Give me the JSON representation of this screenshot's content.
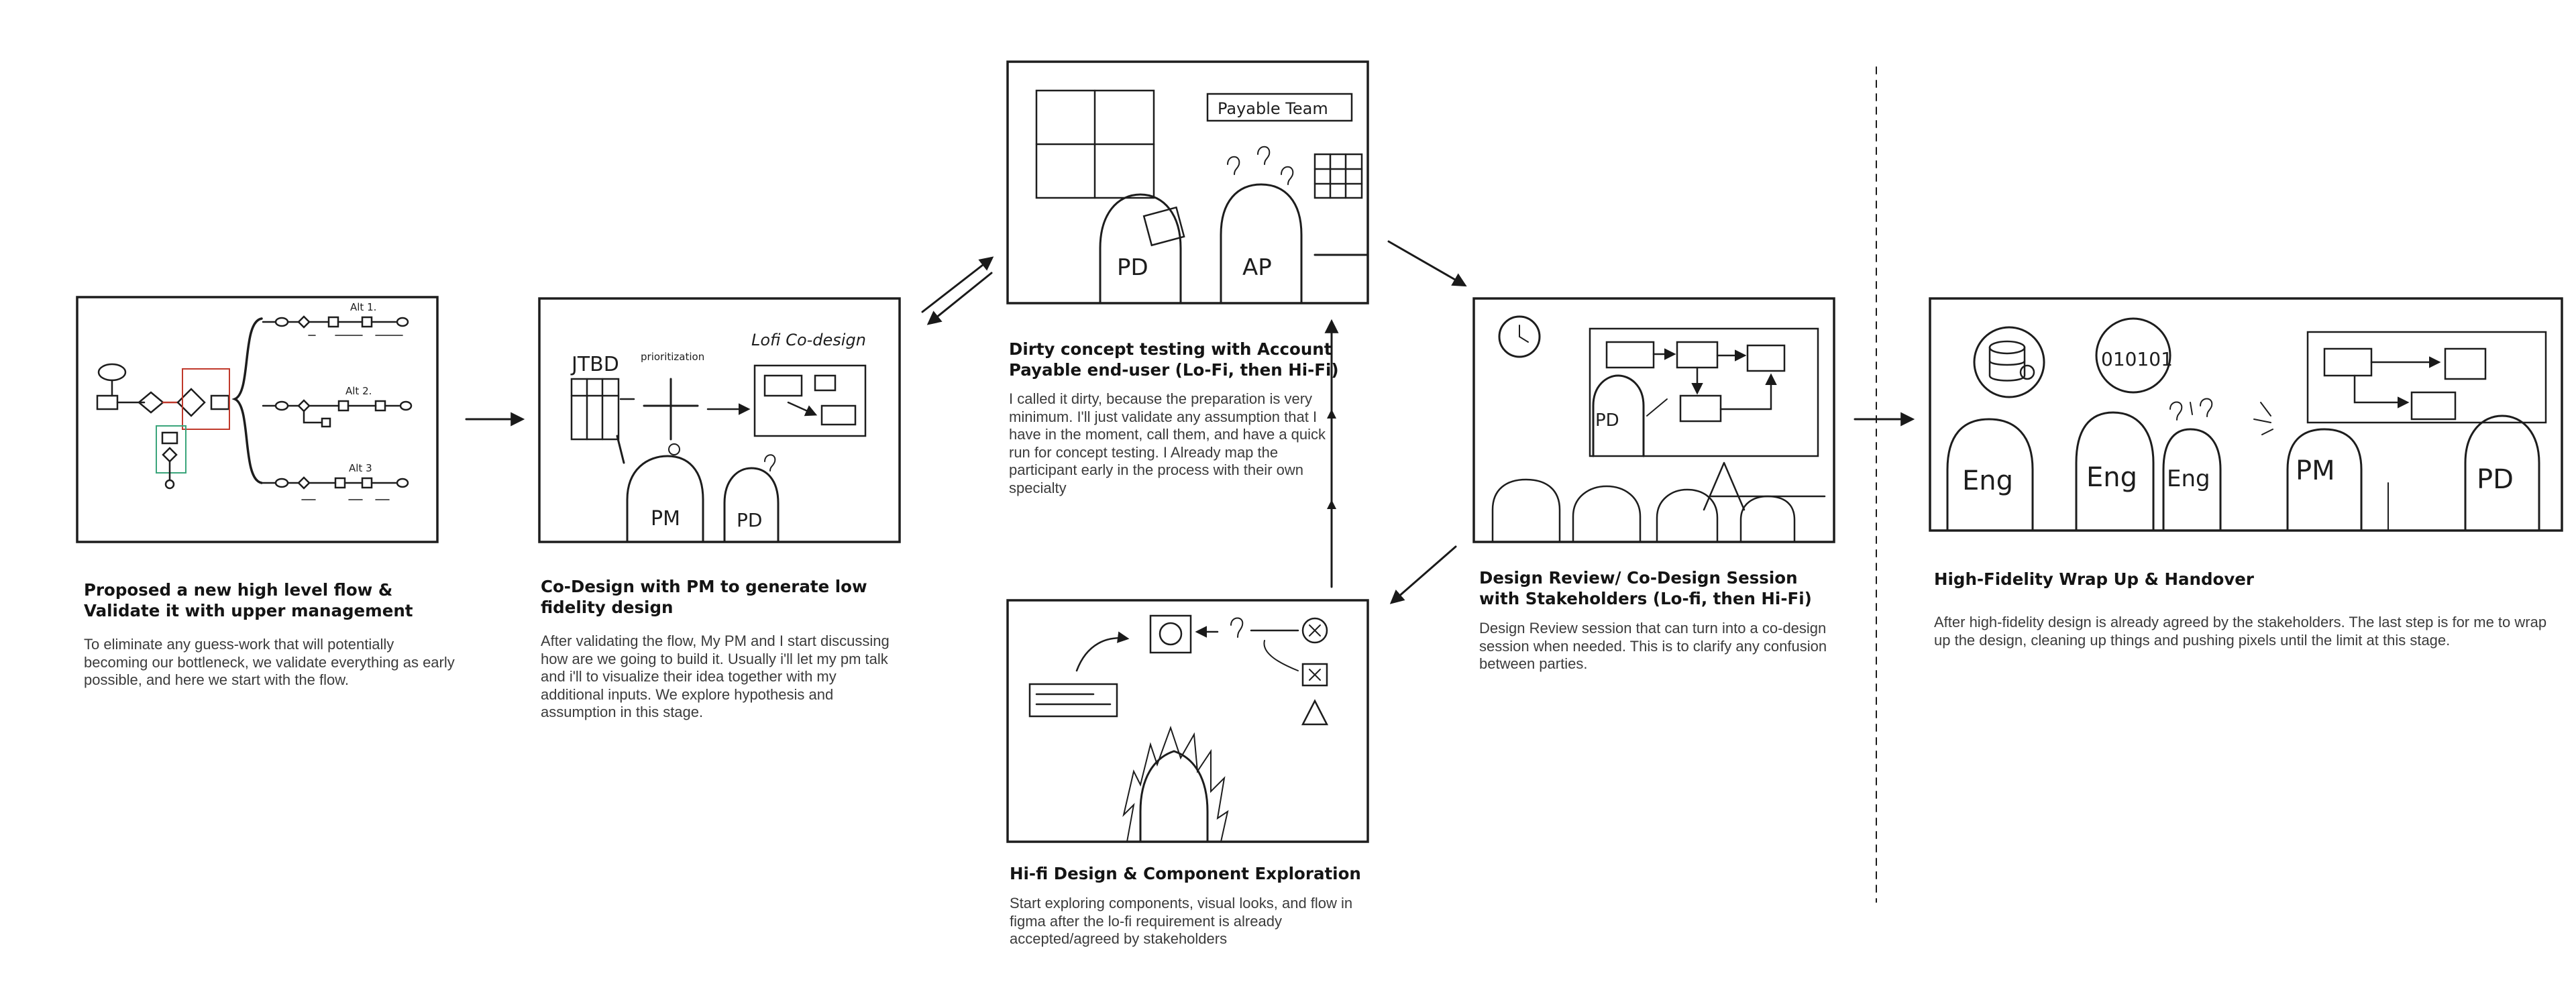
{
  "stages": [
    {
      "id": "flow",
      "title": "Proposed a new high level flow & Validate it with upper management",
      "description": "To eliminate any guess-work that will potentially becoming our bottleneck, we validate everything as early possible, and here we start with the flow."
    },
    {
      "id": "codesign",
      "title": "Co-Design with PM to generate low fidelity design",
      "description": "After validating the flow, My PM and I start discussing how are we going to build it. Usually i'll let my pm talk and i'll to visualize their idea together with my additional inputs. We explore hypothesis and assumption in this stage."
    },
    {
      "id": "dirty-testing",
      "title": "Dirty concept testing with Account Payable end-user (Lo-Fi, then Hi-Fi)",
      "description": "I called it dirty, because the preparation is very minimum. I'll just validate any assumption that I have in the moment, call them, and have a quick run for concept testing. I Already map the participant early in the process with their own specialty"
    },
    {
      "id": "hifi-exploration",
      "title": "Hi-fi Design & Component Exploration",
      "description": "Start exploring components, visual looks, and flow in figma after the lo-fi requirement is already accepted/agreed by stakeholders"
    },
    {
      "id": "design-review",
      "title": "Design Review/ Co-Design Session with Stakeholders (Lo-fi, then Hi-Fi)",
      "description": "Design Review session that can turn into a co-design session when needed. This is to clarify any confusion between parties."
    },
    {
      "id": "wrap-up",
      "title": "High-Fidelity Wrap Up & Handover",
      "description": "After high-fidelity design is already agreed by the stakeholders. The last step is for me to wrap up the design, cleaning up things and pushing pixels until the limit at this stage."
    }
  ],
  "sketch_text": {
    "flow_alt1": "Alt 1.",
    "flow_alt2": "Alt 2.",
    "flow_alt3": "Alt 3",
    "jtbd": "JTBD",
    "prioritization": "prioritization",
    "lofi": "Lofi Co-design",
    "pm": "PM",
    "pd": "PD",
    "ap": "AP",
    "payable_team": "Payable Team",
    "binary": "010101",
    "eng1": "Eng",
    "eng2": "Eng",
    "eng3": "Eng"
  }
}
